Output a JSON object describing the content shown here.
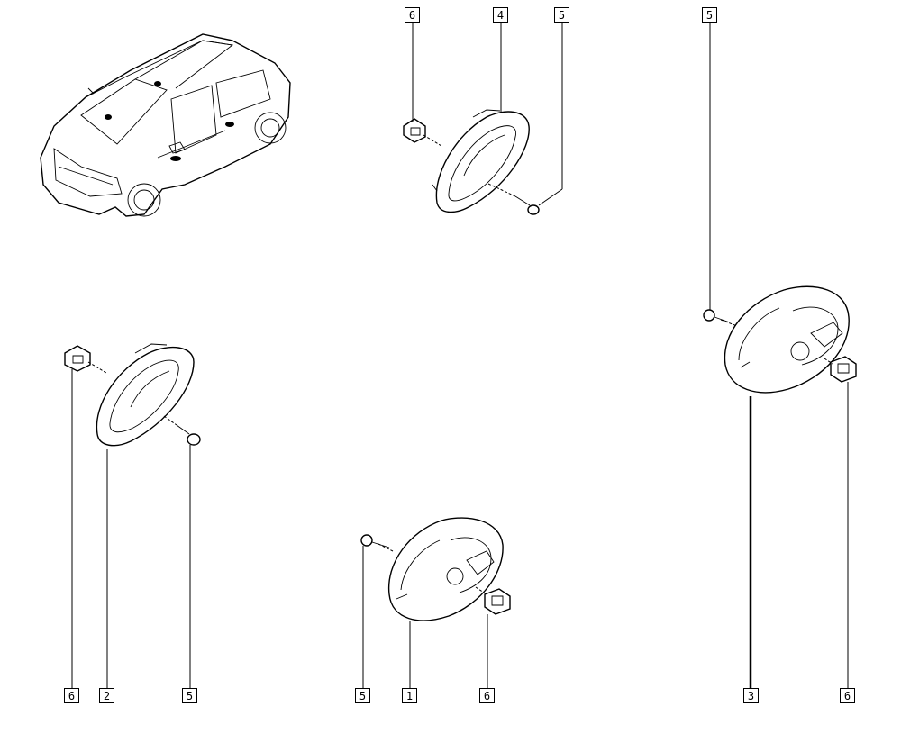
{
  "diagram": {
    "callouts": {
      "c6_top": "6",
      "c4_top": "4",
      "c5_top": "5",
      "c5_right_top": "5",
      "c6_left": "6",
      "c2": "2",
      "c5_left": "5",
      "c5_mid": "5",
      "c1": "1",
      "c6_mid": "6",
      "c3": "3",
      "c6_right": "6"
    }
  }
}
